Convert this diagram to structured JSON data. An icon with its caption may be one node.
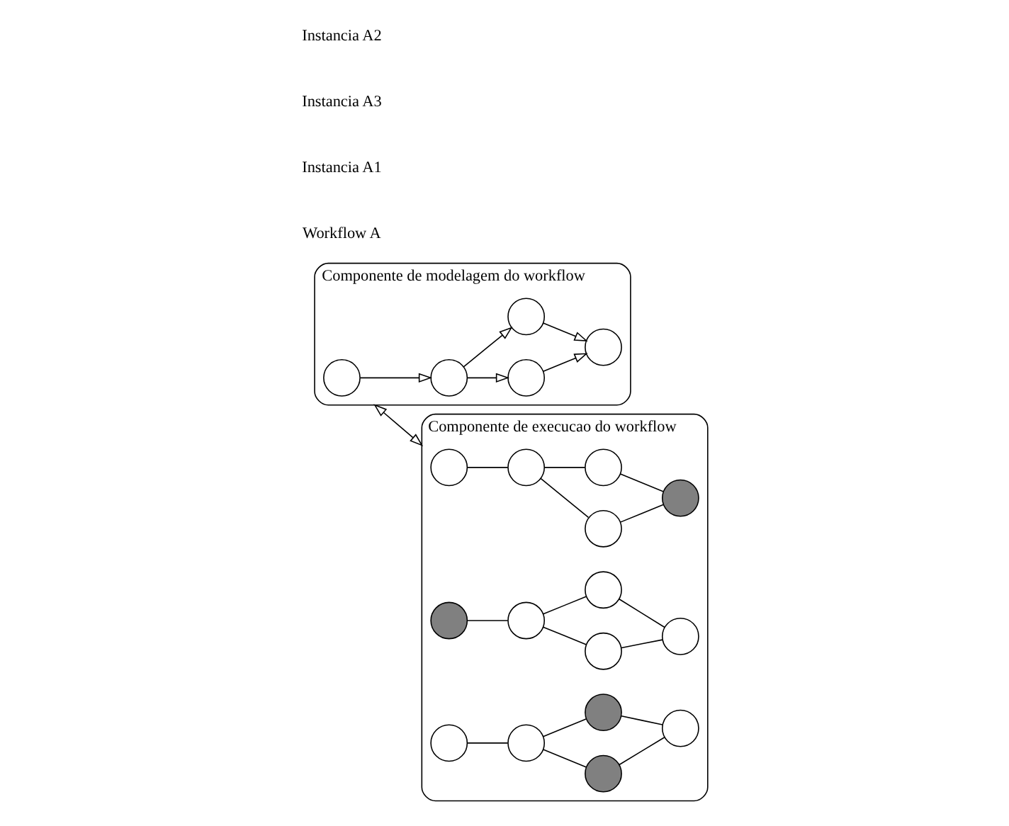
{
  "diagram": {
    "nodes": [
      {
        "text": [
          "Componente de modelagem do workflow"
        ]
      },
      {
        "text": [],
        "shape": "circle",
        "in": 0
      },
      {
        "text": [],
        "shape": "circle",
        "in": 0
      },
      {
        "text": [],
        "shape": "circle",
        "in": 0
      },
      {
        "text": [],
        "shape": "circle",
        "in": 0
      },
      {
        "text": [],
        "shape": "circle",
        "in": 0
      },
      {
        "text": [
          "Componente de execucao do workflow"
        ]
      },
      {
        "text": [],
        "shape": "circle",
        "in": 6
      },
      {
        "text": [],
        "shape": "circle",
        "in": 6
      },
      {
        "text": [],
        "shape": "circle",
        "in": 6
      },
      {
        "text": [],
        "shape": "circle",
        "in": 6
      },
      {
        "text": [],
        "shape": "circle",
        "in": 6
      },
      {
        "text": [],
        "shape": "circle",
        "in": 6
      },
      {
        "text": [],
        "shape": "circle",
        "in": 6
      },
      {
        "text": [],
        "shape": "circle",
        "in": 6
      },
      {
        "text": [],
        "shape": "circle",
        "in": 6
      },
      {
        "text": [],
        "shape": "circle",
        "in": 6
      },
      {
        "text": [],
        "shape": "circle",
        "in": 6
      },
      {
        "text": [],
        "shape": "circle",
        "in": 6
      },
      {
        "text": [],
        "shape": "circle",
        "in": 6
      },
      {
        "text": [],
        "shape": "circle",
        "in": 6
      },
      {
        "text": [],
        "shape": "circle",
        "in": 6
      }
    ],
    "edges": [
      {
        "from": 1,
        "to": 2,
        "arrow": "to"
      },
      {
        "from": 2,
        "to": 3,
        "arrow": "to"
      },
      {
        "from": 2,
        "to": 4,
        "arrow": "to"
      },
      {
        "from": 3,
        "to": 5,
        "arrow": "to"
      },
      {
        "from": 4,
        "to": 5,
        "arrow": "to"
      },
      {
        "from": 0,
        "to": 6,
        "arrow": "both"
      },
      {
        "from": 7,
        "to": 8,
        "arrow": "none"
      },
      {
        "from": 8,
        "to": 9,
        "arrow": "none"
      },
      {
        "from": 8,
        "to": 10,
        "arrow": "none"
      },
      {
        "from": 9,
        "to": 11,
        "arrow": "none"
      },
      {
        "from": 10,
        "to": 11,
        "arrow": "none"
      },
      {
        "from": 12,
        "to": 13,
        "arrow": "none"
      },
      {
        "from": 13,
        "to": 14,
        "arrow": "none"
      },
      {
        "from": 13,
        "to": 15,
        "arrow": "none"
      },
      {
        "from": 14,
        "to": 16,
        "arrow": "none"
      },
      {
        "from": 15,
        "to": 16,
        "arrow": "none"
      },
      {
        "from": 17,
        "to": 18,
        "arrow": "none"
      },
      {
        "from": 18,
        "to": 19,
        "arrow": "none"
      },
      {
        "from": 18,
        "to": 20,
        "arrow": "none"
      },
      {
        "from": 19,
        "to": 21,
        "arrow": "none"
      },
      {
        "from": 20,
        "to": 21,
        "arrow": "none"
      }
    ],
    "labels": [
      "Workflow A",
      "Instancia A1",
      "Instancia A3",
      "Instancia A2"
    ]
  }
}
